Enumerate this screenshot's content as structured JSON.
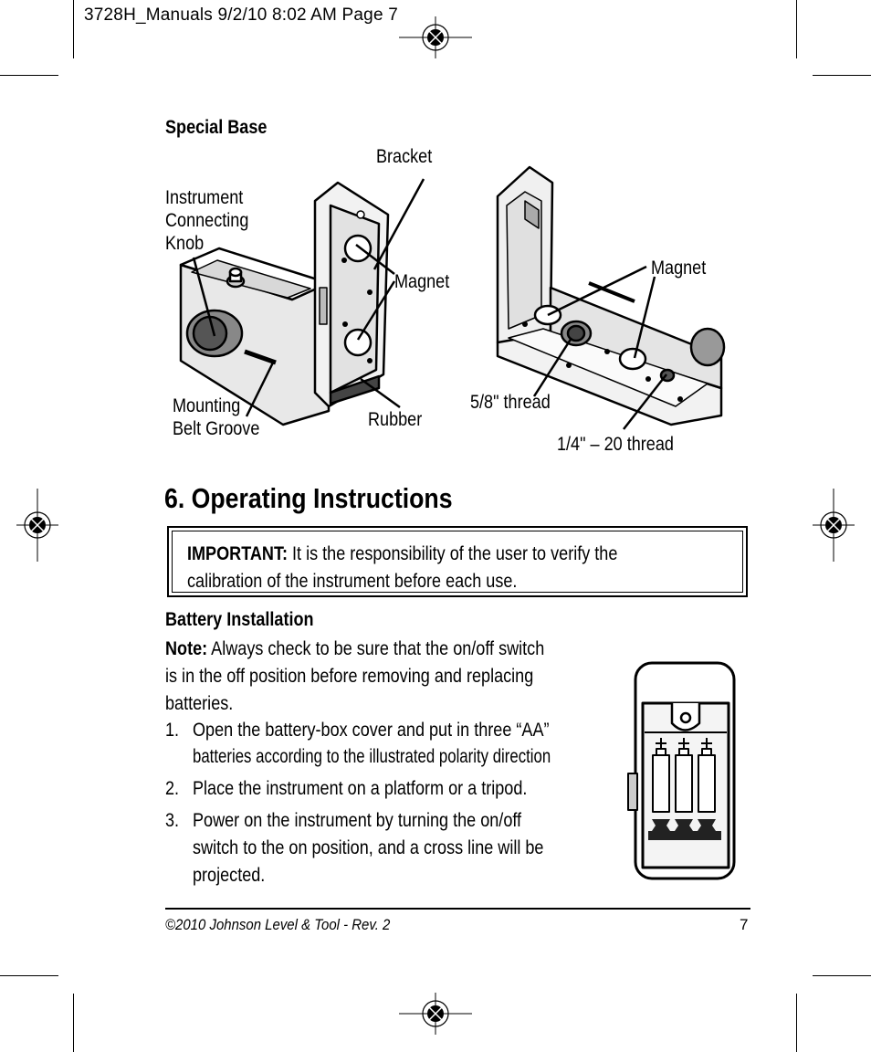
{
  "slug": "3728H_Manuals  9/2/10  8:02 AM  Page 7",
  "special_base": {
    "heading": "Special Base",
    "labels": {
      "bracket": "Bracket",
      "knob_1": "Instrument",
      "knob_2": "Connecting",
      "knob_3": "Knob",
      "magnet_left": "Magnet",
      "magnet_right": "Magnet",
      "mounting_1": "Mounting",
      "mounting_2": "Belt Groove",
      "rubber": "Rubber",
      "thread_58": "5/8\" thread",
      "thread_14": "1/4\" – 20 thread"
    }
  },
  "operating": {
    "heading": "6. Operating Instructions",
    "important_label": "IMPORTANT:",
    "important_line1": " It is the responsibility of the user to verify the",
    "important_line2": "calibration of the instrument before each use."
  },
  "battery": {
    "heading": "Battery Installation",
    "note_label": "Note:",
    "note_line1": " Always check to be sure that the on/off switch",
    "note_line2": "is in the off position before removing and replacing",
    "note_line3": "batteries.",
    "steps": [
      {
        "num": "1.",
        "line1": "Open the battery-box cover and put in three “AA”",
        "line2": "batteries according to the illustrated polarity direction"
      },
      {
        "num": "2.",
        "line1": "Place the instrument on a platform or a tripod."
      },
      {
        "num": "3.",
        "line1": "Power on the instrument by turning the on/off",
        "line2": "switch to the on position, and a cross line will be",
        "line3": "projected."
      }
    ]
  },
  "footer": {
    "copyright": "©2010 Johnson Level & Tool - Rev. 2",
    "page": "7"
  }
}
